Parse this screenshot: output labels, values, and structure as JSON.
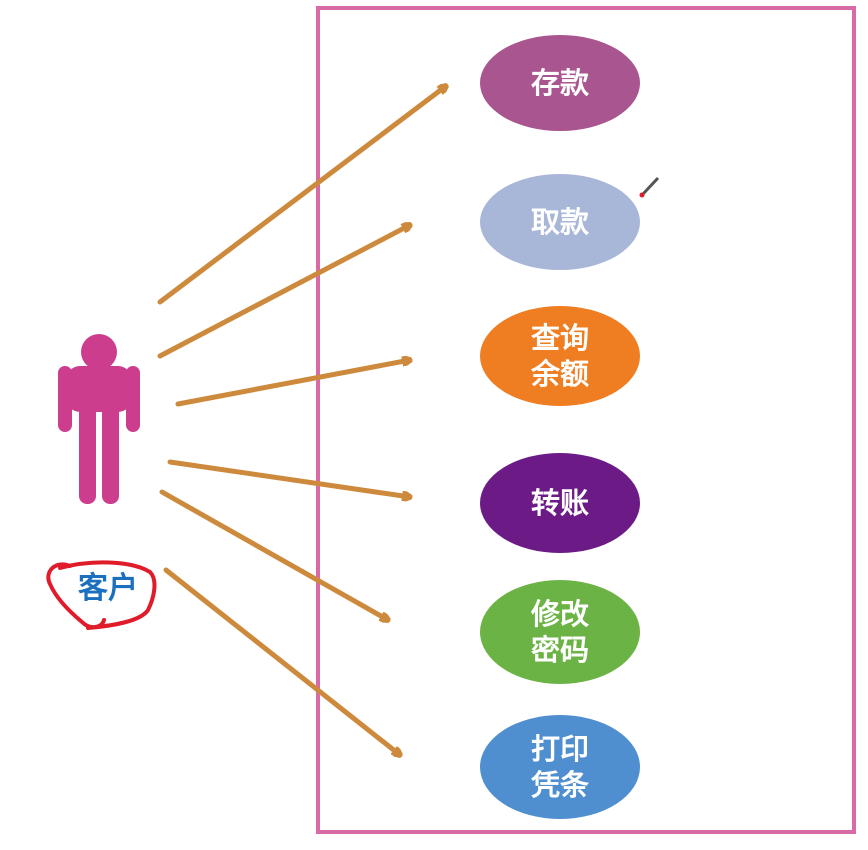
{
  "colors": {
    "system_border": "#d86aa5",
    "arrow": "#cd8a3c",
    "actor": "#cc3d8e",
    "actor_label": "#1b6fbf",
    "annotation": "#e01b2a"
  },
  "actor": {
    "label": "客户",
    "icon": "person-icon"
  },
  "use_cases": [
    {
      "id": "deposit",
      "lines": [
        "存款"
      ],
      "color": "#a9558f"
    },
    {
      "id": "withdraw",
      "lines": [
        "取款"
      ],
      "color": "#a8b7d8"
    },
    {
      "id": "query-balance",
      "lines": [
        "查询",
        "余额"
      ],
      "color": "#ef7d22"
    },
    {
      "id": "transfer",
      "lines": [
        "转账"
      ],
      "color": "#6b1a86"
    },
    {
      "id": "change-password",
      "lines": [
        "修改",
        "密码"
      ],
      "color": "#6cb346"
    },
    {
      "id": "print-receipt",
      "lines": [
        "打印",
        "凭条"
      ],
      "color": "#4f8fd0"
    }
  ]
}
